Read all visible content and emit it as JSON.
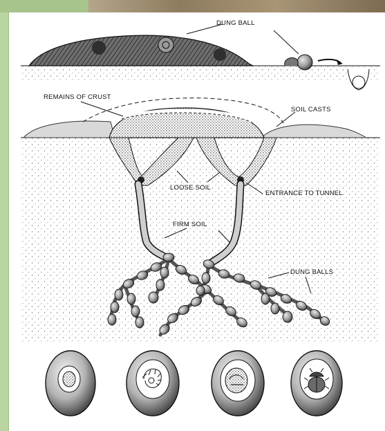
{
  "labels": {
    "dung_ball": "DUNG BALL",
    "remains_of_crust": "REMAINS OF CRUST",
    "soil_casts": "SOIL CASTS",
    "loose_soil": "LOOSE SOIL",
    "entrance_to_tunnel": "ENTRANCE TO TUNNEL",
    "firm_soil": "FIRM SOIL",
    "dung_balls": "DUNG BALLS"
  },
  "colors": {
    "ink": "#111111",
    "page": "#ffffff",
    "border_green": "#b9d6a0",
    "dung_dark": "#3b3b3b",
    "ball_gray": "#9a9a9a"
  },
  "stages": [
    {
      "name": "egg-stage",
      "icon": "egg-icon"
    },
    {
      "name": "larva-stage",
      "icon": "larva-icon"
    },
    {
      "name": "pupa-stage",
      "icon": "pupa-icon"
    },
    {
      "name": "adult-beetle-stage",
      "icon": "beetle-icon"
    }
  ]
}
